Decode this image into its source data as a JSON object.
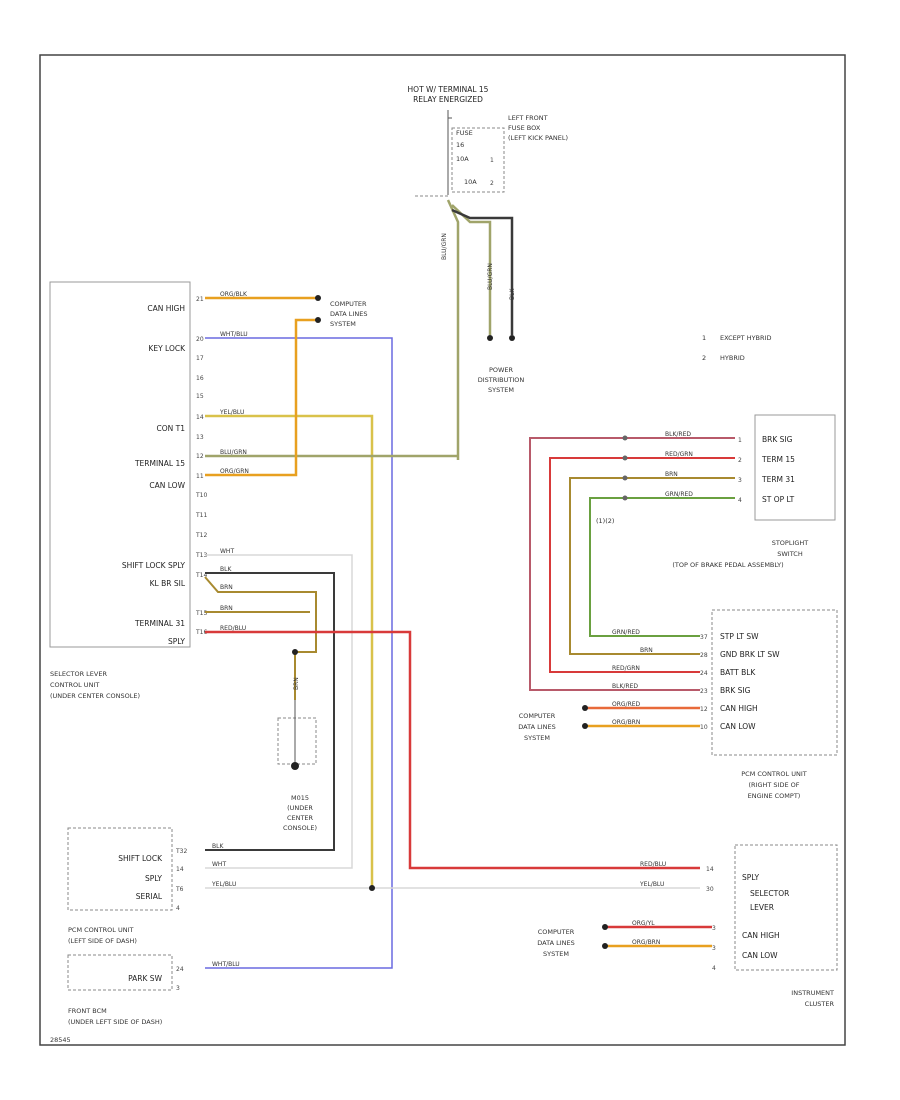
{
  "figure_code": "28545",
  "power": {
    "hot_label": [
      "HOT W/ TERMINAL 15",
      "RELAY ENERGIZED"
    ],
    "fuse_lines": [
      "FUSE",
      "16",
      "10A",
      "10A"
    ],
    "fuse_box": [
      "LEFT FRONT",
      "FUSE BOX",
      "(LEFT KICK PANEL)"
    ],
    "fuse_marks": [
      "1",
      "2"
    ],
    "wires": [
      "BLU/GRN",
      "BLU/GRN",
      "BLK"
    ],
    "pds": [
      "POWER",
      "DISTRIBUTION",
      "SYSTEM"
    ]
  },
  "legend": [
    {
      "num": "1",
      "text": "EXCEPT HYBRID"
    },
    {
      "num": "2",
      "text": "HYBRID"
    }
  ],
  "selector": {
    "caption": [
      "SELECTOR LEVER",
      "CONTROL UNIT",
      "(UNDER CENTER CONSOLE)"
    ],
    "labels": [
      "CAN HIGH",
      "KEY LOCK",
      "CON T1",
      "TERMINAL 15",
      "CAN LOW",
      "SHIFT LOCK SPLY",
      "KL BR SIL",
      "TERMINAL 31",
      "SPLY"
    ],
    "pins": [
      "21",
      "20",
      "17",
      "16",
      "15",
      "14",
      "13",
      "12",
      "11",
      "T10",
      "T11",
      "T12",
      "T13",
      "T14",
      "T15",
      "T16"
    ],
    "wires": [
      "ORG/BLK",
      "WHT/BLU",
      "YEL/BLU",
      "BLU/GRN",
      "ORG/GRN",
      "WHT",
      "BLK",
      "BRN",
      "BRN",
      "RED/BLU"
    ]
  },
  "computer_lines": [
    "COMPUTER",
    "DATA LINES",
    "SYSTEM"
  ],
  "ground": {
    "wire": "BRN",
    "caption": [
      "M015",
      "(UNDER",
      "CENTER",
      "CONSOLE)"
    ]
  },
  "stoplight": {
    "labels": [
      "BRK SIG",
      "TERM 15",
      "TERM 31",
      "ST OP LT"
    ],
    "pins": [
      "1",
      "2",
      "3",
      "4"
    ],
    "wires": [
      "BLK/RED",
      "RED/GRN",
      "BRN",
      "GRN/RED"
    ],
    "note": "(1)(2)",
    "caption": [
      "STOPLIGHT",
      "SWITCH",
      "(TOP OF BRAKE PEDAL ASSEMBLY)"
    ]
  },
  "pcm": {
    "labels": [
      "STP LT SW",
      "GND BRK LT SW",
      "BATT BLK",
      "BRK SIG",
      "CAN HIGH",
      "CAN LOW"
    ],
    "pins": [
      "37",
      "28",
      "24",
      "23",
      "12",
      "10"
    ],
    "wires": [
      "GRN/RED",
      "BRN",
      "RED/GRN",
      "BLK/RED",
      "ORG/RED",
      "ORG/BRN"
    ],
    "caption": [
      "PCM CONTROL UNIT",
      "(RIGHT SIDE OF",
      "ENGINE COMPT)"
    ]
  },
  "pcm_cu": {
    "labels": [
      "SHIFT LOCK",
      "SPLY",
      "SERIAL"
    ],
    "pins": [
      "T32",
      "14",
      "T6",
      "4"
    ],
    "wires": [
      "BLK",
      "WHT",
      "YEL/BLU"
    ],
    "caption": [
      "PCM CONTROL UNIT",
      "(LEFT SIDE OF DASH)"
    ]
  },
  "front_bcm": {
    "labels": [
      "PARK SW"
    ],
    "pins": [
      "24",
      "3"
    ],
    "wire": "WHT/BLU",
    "caption": [
      "FRONT BCM",
      "(UNDER LEFT SIDE OF DASH)"
    ]
  },
  "cluster": {
    "labels": [
      "SPLY",
      "SELECTOR",
      "LEVER",
      "CAN HIGH",
      "CAN LOW"
    ],
    "pins": [
      "14",
      "30",
      "3",
      "3",
      "4"
    ],
    "wires": [
      "RED/BLU",
      "YEL/BLU",
      "ORG/YL",
      "ORG/BRN"
    ],
    "caption": [
      "INSTRUMENT",
      "CLUSTER"
    ]
  },
  "colors": {
    "blk": "#3a3a3a",
    "org": "#e8a020",
    "wht": "#d8d8d8",
    "yel": "#d9c24a",
    "blugrn": "#a0a46a",
    "red": "#d83a3a",
    "brn": "#a88a30",
    "grn": "#6aa040",
    "blu": "#6a6ae0",
    "blkred": "#b85a6a"
  }
}
